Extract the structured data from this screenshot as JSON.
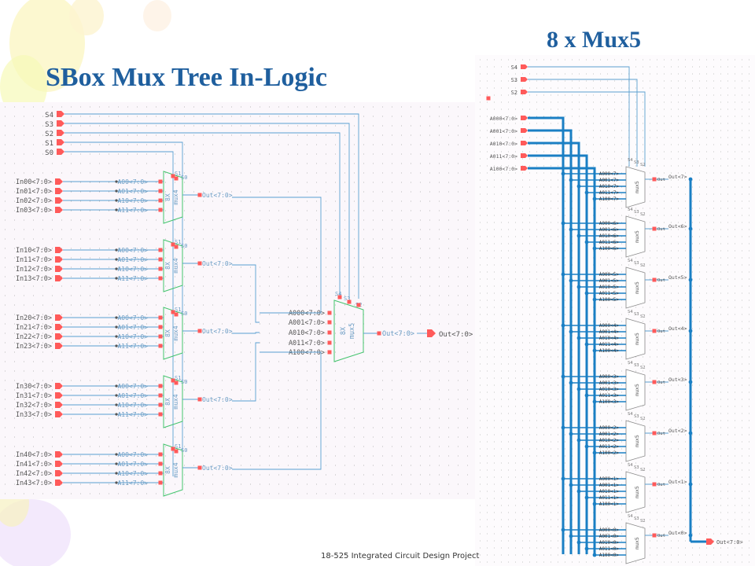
{
  "slide": {
    "title_left": "SBox Mux Tree In-Logic",
    "title_right": "8 x Mux5",
    "footer": "18-525 Integrated Circuit Design Project"
  },
  "colors": {
    "wire": "#5a9fd0",
    "bus": "#1a7fc4",
    "symbol": "#44c46e",
    "pin": "#ff5a5a",
    "title": "#1f5f9e"
  },
  "left_schematic": {
    "select_pins": [
      "S4",
      "S3",
      "S2",
      "S1",
      "S0"
    ],
    "mux4_blocks": [
      {
        "inputs": [
          "In00<7:0>",
          "In01<7:0>",
          "In02<7:0>",
          "In03<7:0>"
        ],
        "ports": [
          "A00<7:0>",
          "A01<7:0>",
          "A10<7:0>",
          "A11<7:0>"
        ],
        "output": "Out<7:0>",
        "name": "mux4",
        "count": "8X",
        "sel": [
          "S1",
          "S0"
        ]
      },
      {
        "inputs": [
          "In10<7:0>",
          "In11<7:0>",
          "In12<7:0>",
          "In13<7:0>"
        ],
        "ports": [
          "A00<7:0>",
          "A01<7:0>",
          "A10<7:0>",
          "A11<7:0>"
        ],
        "output": "Out<7:0>",
        "name": "mux4",
        "count": "8X",
        "sel": [
          "S1",
          "S0"
        ]
      },
      {
        "inputs": [
          "In20<7:0>",
          "In21<7:0>",
          "In22<7:0>",
          "In23<7:0>"
        ],
        "ports": [
          "A00<7:0>",
          "A01<7:0>",
          "A10<7:0>",
          "A11<7:0>"
        ],
        "output": "Out<7:0>",
        "name": "mux4",
        "count": "8X",
        "sel": [
          "S1",
          "S0"
        ]
      },
      {
        "inputs": [
          "In30<7:0>",
          "In31<7:0>",
          "In32<7:0>",
          "In33<7:0>"
        ],
        "ports": [
          "A00<7:0>",
          "A01<7:0>",
          "A10<7:0>",
          "A11<7:0>"
        ],
        "output": "Out<7:0>",
        "name": "mux4",
        "count": "8X",
        "sel": [
          "S1",
          "S0"
        ]
      },
      {
        "inputs": [
          "In40<7:0>",
          "In41<7:0>",
          "In42<7:0>",
          "In43<7:0>"
        ],
        "ports": [
          "A00<7:0>",
          "A01<7:0>",
          "A10<7:0>",
          "A11<7:0>"
        ],
        "output": "Out<7:0>",
        "name": "mux4",
        "count": "8X",
        "sel": [
          "S1",
          "S0"
        ]
      }
    ],
    "mux5": {
      "ports": [
        "A000<7:0>",
        "A001<7:0>",
        "A010<7:0>",
        "A011<7:0>",
        "A100<7:0>"
      ],
      "output": "Out<7:0>",
      "name": "mux5",
      "count": "8X",
      "sel": [
        "S4",
        "S3",
        "S2"
      ]
    },
    "output_pin": "Out<7:0>"
  },
  "right_schematic": {
    "select_pins": [
      "S4",
      "S3",
      "S2"
    ],
    "bus_pins": [
      "A000<7:0>",
      "A001<7:0>",
      "A010<7:0>",
      "A011<7:0>",
      "A100<7:0>"
    ],
    "mux_name": "mux5",
    "block_sel": [
      "S4",
      "S3",
      "S2"
    ],
    "blocks": [
      {
        "ports": [
          "A000<7>",
          "A001<7>",
          "A010<7>",
          "A011<7>",
          "A100<7>"
        ],
        "net": "Out<7>"
      },
      {
        "ports": [
          "A000<6>",
          "A001<6>",
          "A010<6>",
          "A011<6>",
          "A100<6>"
        ],
        "net": "Out<6>"
      },
      {
        "ports": [
          "A000<5>",
          "A001<5>",
          "A010<5>",
          "A011<5>",
          "A100<5>"
        ],
        "net": "Out<5>"
      },
      {
        "ports": [
          "A000<4>",
          "A001<4>",
          "A010<4>",
          "A011<4>",
          "A100<4>"
        ],
        "net": "Out<4>"
      },
      {
        "ports": [
          "A000<3>",
          "A001<3>",
          "A010<3>",
          "A011<3>",
          "A100<3>"
        ],
        "net": "Out<3>"
      },
      {
        "ports": [
          "A000<2>",
          "A001<2>",
          "A010<2>",
          "A011<2>",
          "A100<2>"
        ],
        "net": "Out<2>"
      },
      {
        "ports": [
          "A000<1>",
          "A001<1>",
          "A010<1>",
          "A011<1>",
          "A100<1>"
        ],
        "net": "Out<1>"
      },
      {
        "ports": [
          "A000<0>",
          "A001<0>",
          "A010<0>",
          "A011<0>",
          "A100<0>"
        ],
        "net": "Out<0>"
      }
    ],
    "block_out_label": "Out",
    "output_pin": "Out<7:0>"
  }
}
